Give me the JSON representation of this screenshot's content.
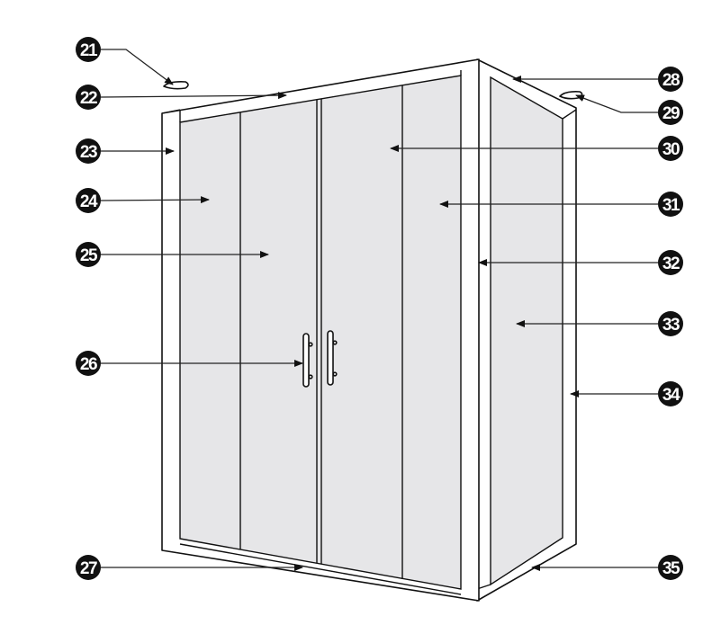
{
  "diagram": {
    "subject": "shower-enclosure",
    "callouts": {
      "c21": "21",
      "c22": "22",
      "c23": "23",
      "c24": "24",
      "c25": "25",
      "c26": "26",
      "c27": "27",
      "c28": "28",
      "c29": "29",
      "c30": "30",
      "c31": "31",
      "c32": "32",
      "c33": "33",
      "c34": "34",
      "c35": "35"
    },
    "colors": {
      "glass": "#e6e6e8",
      "line": "#111111",
      "badge": "#111111"
    }
  }
}
